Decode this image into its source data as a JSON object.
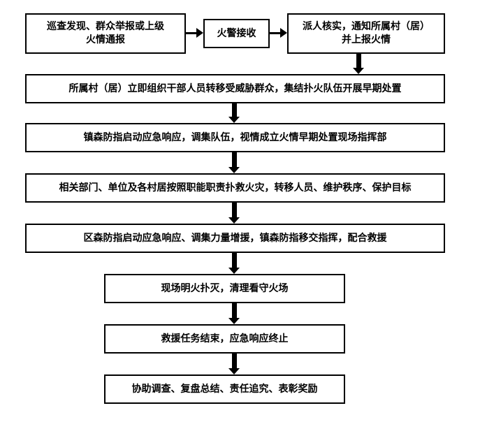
{
  "nodes": {
    "patrol_report": {
      "line1": "巡查发现、群众举报或上级",
      "line2": "火情通报"
    },
    "fire_alarm_receive": "火警接收",
    "verify_notify": {
      "line1": "派人核实，通知所属村（居）",
      "line2": "并上报火情"
    },
    "village_initial": "所属村（居）立即组织干部人员转移受威胁群众，集结扑火队伍开展早期处置",
    "town_response": "镇森防指启动应急响应，调集队伍，视情成立火情早期处置现场指挥部",
    "departments_act": "相关部门、单位及各村居按照职能职责扑救火灾，转移人员、维护秩序、保护目标",
    "district_response": "区森防指启动应急响应、调集力量增援，镇森防指移交指挥，配合救援",
    "extinguish": "现场明火扑灭，清理看守火场",
    "rescue_end": "救援任务结束，应急响应终止",
    "aftermath": "协助调查、复盘总结、责任追究、表彰奖励"
  }
}
